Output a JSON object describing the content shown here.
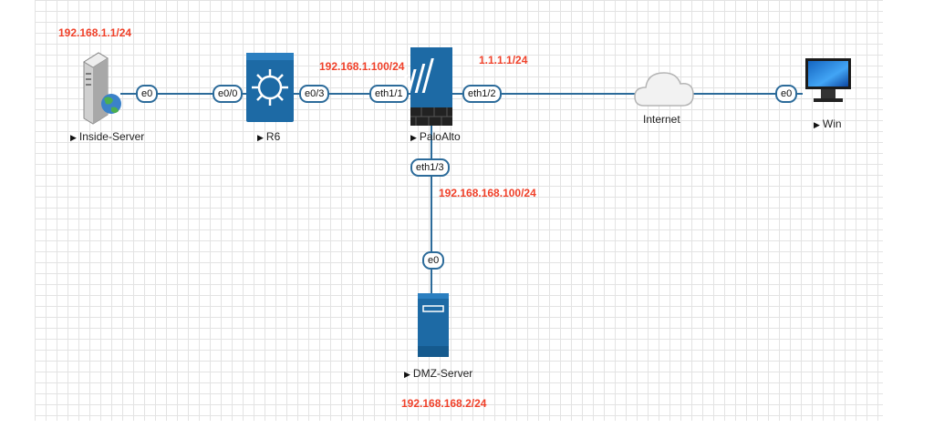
{
  "ips": {
    "inside_server": "192.168.1.1/24",
    "palo_inside": "192.168.1.100/24",
    "palo_outside": "1.1.1.1/24",
    "palo_dmz": "192.168.168.100/24",
    "dmz_server": "192.168.168.2/24"
  },
  "nodes": {
    "inside_server": "Inside-Server",
    "r6": "R6",
    "paloalto": "PaloAlto",
    "internet": "Internet",
    "win": "Win",
    "dmz_server": "DMZ-Server"
  },
  "ports": {
    "inside_e0": "e0",
    "r6_e00": "e0/0",
    "r6_e03": "e0/3",
    "palo_eth11": "eth1/1",
    "palo_eth12": "eth1/2",
    "win_e0": "e0",
    "palo_eth13": "eth1/3",
    "dmz_e0": "e0"
  },
  "colors": {
    "link": "#2c6b9a",
    "ip_text": "#f0412a",
    "grid": "#e3e3e3"
  }
}
